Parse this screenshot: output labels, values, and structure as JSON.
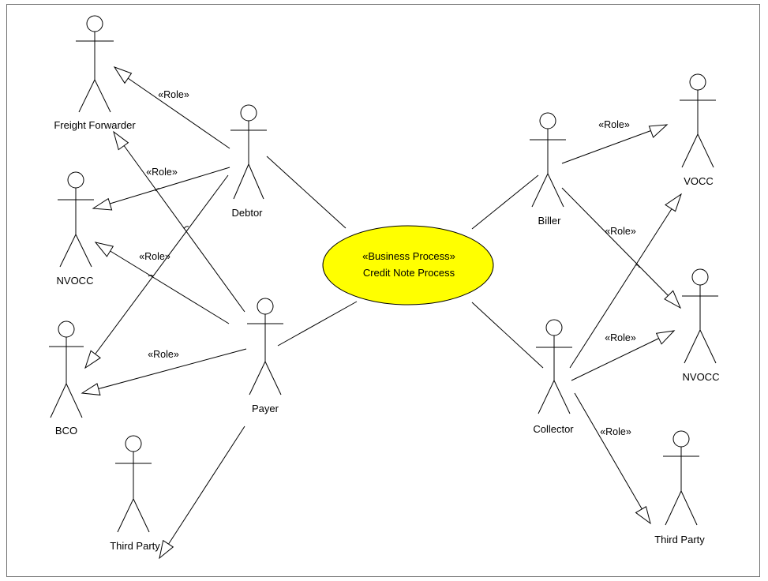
{
  "process": {
    "stereotype": "«Business Process»",
    "name": "Credit Note Process",
    "fill": "#ffff00"
  },
  "actors": {
    "freight_forwarder": "Freight Forwarder",
    "nvocc_left": "NVOCC",
    "bco": "BCO",
    "third_party_left": "Third Party",
    "debtor": "Debtor",
    "payer": "Payer",
    "biller": "Biller",
    "collector": "Collector",
    "vocc": "VOCC",
    "nvocc_right": "NVOCC",
    "third_party_right": "Third Party"
  },
  "roles": {
    "debtor_freight": "«Role»",
    "debtor_nvocc": "«Role»",
    "payer_nvocc": "«Role»",
    "payer_bco": "«Role»",
    "biller_vocc": "«Role»",
    "biller_nvocc": "«Role»",
    "collector_nvocc": "«Role»",
    "collector_third": "«Role»"
  }
}
